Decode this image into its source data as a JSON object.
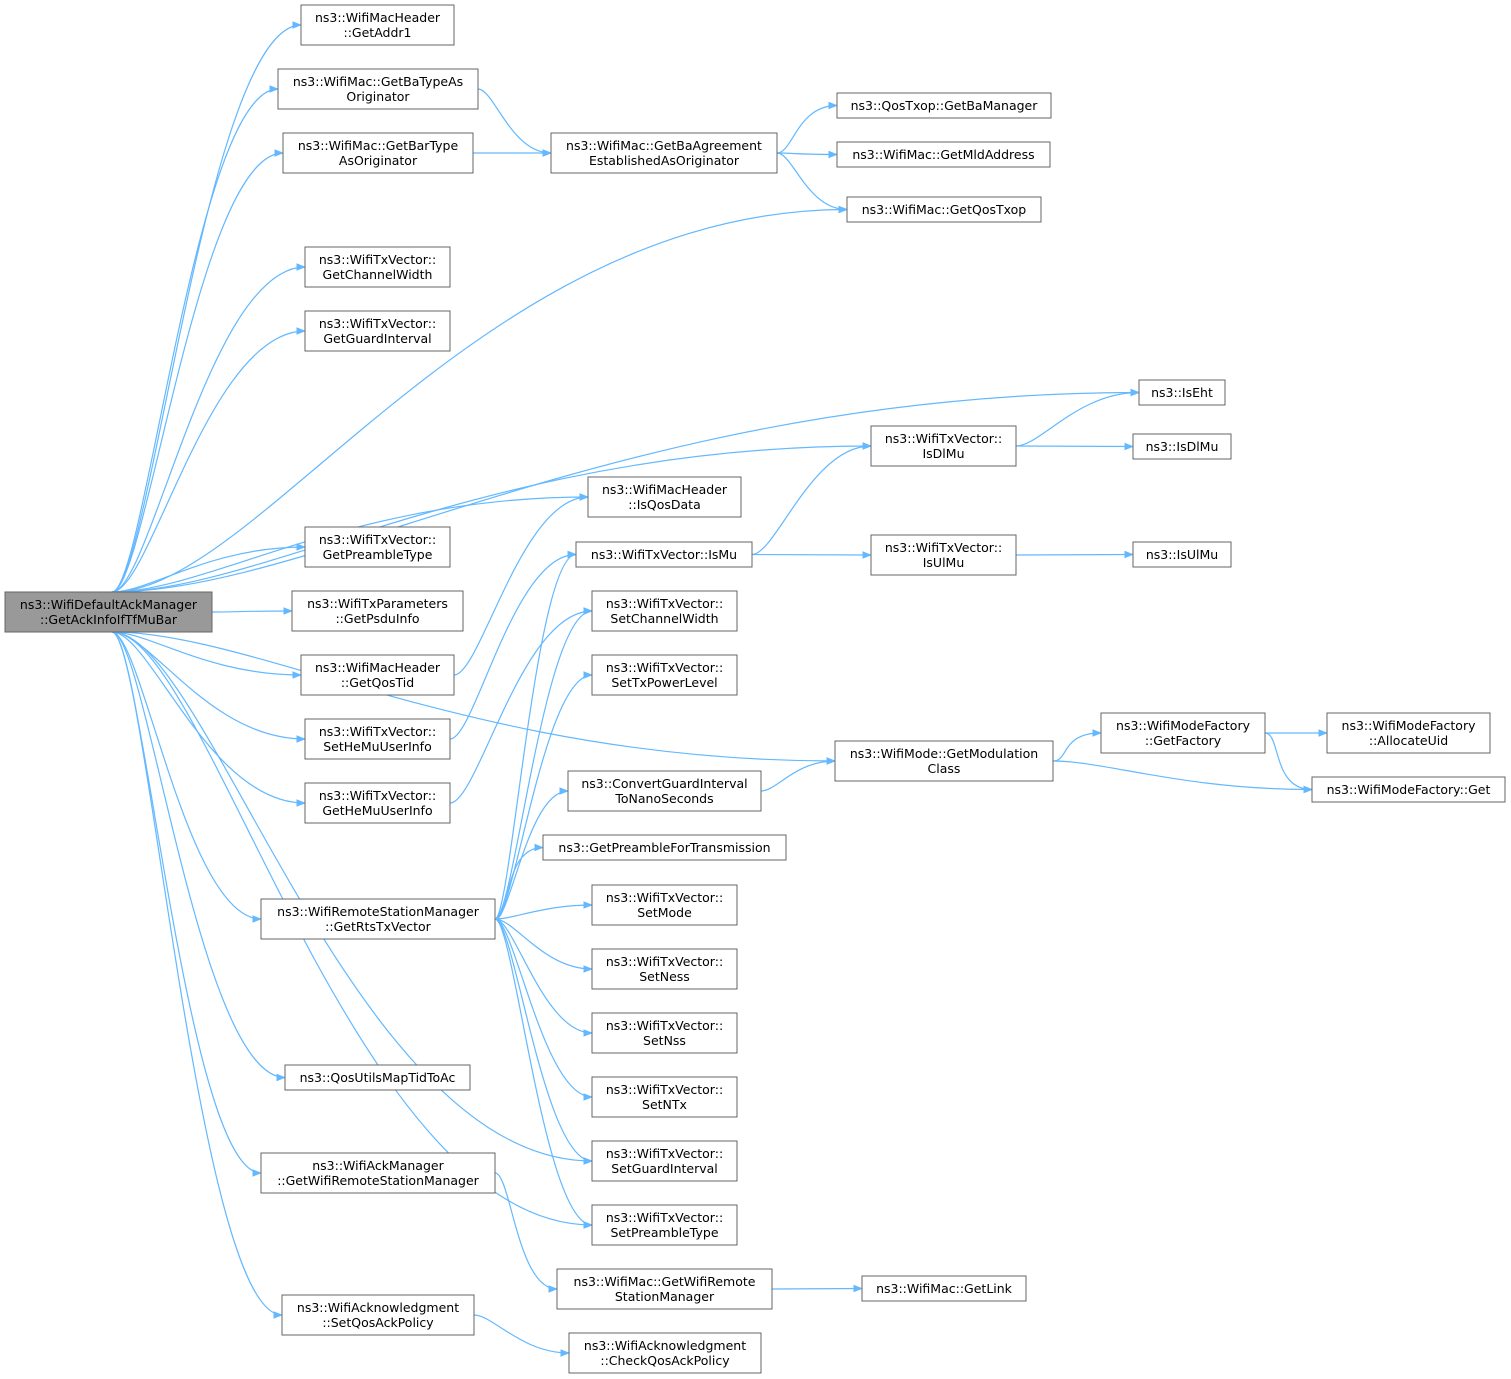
{
  "diagram": {
    "colors": {
      "edge": "#63b8ff",
      "node_border": "#666666",
      "focus_fill": "#999999",
      "background": "#ffffff"
    },
    "nodes": [
      {
        "id": "root",
        "lines": [
          "ns3::WifiDefaultAckManager",
          "::GetAckInfoIfTfMuBar"
        ],
        "focus": true
      },
      {
        "id": "getaddr1",
        "lines": [
          "ns3::WifiMacHeader",
          "::GetAddr1"
        ]
      },
      {
        "id": "getbatypeasorig",
        "lines": [
          "ns3::WifiMac::GetBaTypeAs",
          "Originator"
        ]
      },
      {
        "id": "getbartypeasorig",
        "lines": [
          "ns3::WifiMac::GetBarType",
          "AsOriginator"
        ]
      },
      {
        "id": "getchannelwidth",
        "lines": [
          "ns3::WifiTxVector::",
          "GetChannelWidth"
        ]
      },
      {
        "id": "getguardinterval",
        "lines": [
          "ns3::WifiTxVector::",
          "GetGuardInterval"
        ]
      },
      {
        "id": "getpreambletype",
        "lines": [
          "ns3::WifiTxVector::",
          "GetPreambleType"
        ]
      },
      {
        "id": "getpsduinfo",
        "lines": [
          "ns3::WifiTxParameters",
          "::GetPsduInfo"
        ]
      },
      {
        "id": "getqostid",
        "lines": [
          "ns3::WifiMacHeader",
          "::GetQosTid"
        ]
      },
      {
        "id": "sethemuuserinfo",
        "lines": [
          "ns3::WifiTxVector::",
          "SetHeMuUserInfo"
        ]
      },
      {
        "id": "gethemuuserinfo",
        "lines": [
          "ns3::WifiTxVector::",
          "GetHeMuUserInfo"
        ]
      },
      {
        "id": "getrtstxvector",
        "lines": [
          "ns3::WifiRemoteStationManager",
          "::GetRtsTxVector"
        ]
      },
      {
        "id": "qosutilsmaptidtoac",
        "lines": [
          "ns3::QosUtilsMapTidToAc"
        ]
      },
      {
        "id": "getwifiremotestationmanager",
        "lines": [
          "ns3::WifiAckManager",
          "::GetWifiRemoteStationManager"
        ]
      },
      {
        "id": "setqosackpolicy",
        "lines": [
          "ns3::WifiAcknowledgment",
          "::SetQosAckPolicy"
        ]
      },
      {
        "id": "getbaagreement",
        "lines": [
          "ns3::WifiMac::GetBaAgreement",
          "EstablishedAsOriginator"
        ]
      },
      {
        "id": "isqosdata",
        "lines": [
          "ns3::WifiMacHeader",
          "::IsQosData"
        ]
      },
      {
        "id": "ismu",
        "lines": [
          "ns3::WifiTxVector::IsMu"
        ]
      },
      {
        "id": "setchannelwidth",
        "lines": [
          "ns3::WifiTxVector::",
          "SetChannelWidth"
        ]
      },
      {
        "id": "settxpowerlevel",
        "lines": [
          "ns3::WifiTxVector::",
          "SetTxPowerLevel"
        ]
      },
      {
        "id": "convertguardinterval",
        "lines": [
          "ns3::ConvertGuardInterval",
          "ToNanoSeconds"
        ]
      },
      {
        "id": "getpreamblefortx",
        "lines": [
          "ns3::GetPreambleForTransmission"
        ]
      },
      {
        "id": "setmode",
        "lines": [
          "ns3::WifiTxVector::",
          "SetMode"
        ]
      },
      {
        "id": "setness",
        "lines": [
          "ns3::WifiTxVector::",
          "SetNess"
        ]
      },
      {
        "id": "setnss",
        "lines": [
          "ns3::WifiTxVector::",
          "SetNss"
        ]
      },
      {
        "id": "setntx",
        "lines": [
          "ns3::WifiTxVector::",
          "SetNTx"
        ]
      },
      {
        "id": "setguardinterval",
        "lines": [
          "ns3::WifiTxVector::",
          "SetGuardInterval"
        ]
      },
      {
        "id": "setpreambletype",
        "lines": [
          "ns3::WifiTxVector::",
          "SetPreambleType"
        ]
      },
      {
        "id": "getwifiremotestationmanager_mac",
        "lines": [
          "ns3::WifiMac::GetWifiRemote",
          "StationManager"
        ]
      },
      {
        "id": "checkqosackpolicy",
        "lines": [
          "ns3::WifiAcknowledgment",
          "::CheckQosAckPolicy"
        ]
      },
      {
        "id": "getbamanager",
        "lines": [
          "ns3::QosTxop::GetBaManager"
        ]
      },
      {
        "id": "getmldaddress",
        "lines": [
          "ns3::WifiMac::GetMldAddress"
        ]
      },
      {
        "id": "getqostxop",
        "lines": [
          "ns3::WifiMac::GetQosTxop"
        ]
      },
      {
        "id": "isdlmu_vec",
        "lines": [
          "ns3::WifiTxVector::",
          "IsDlMu"
        ]
      },
      {
        "id": "isulmu_vec",
        "lines": [
          "ns3::WifiTxVector::",
          "IsUlMu"
        ]
      },
      {
        "id": "getmodulationclass",
        "lines": [
          "ns3::WifiMode::GetModulation",
          "Class"
        ]
      },
      {
        "id": "getlink",
        "lines": [
          "ns3::WifiMac::GetLink"
        ]
      },
      {
        "id": "iseht",
        "lines": [
          "ns3::IsEht"
        ]
      },
      {
        "id": "isdlmu",
        "lines": [
          "ns3::IsDlMu"
        ]
      },
      {
        "id": "isulmu",
        "lines": [
          "ns3::IsUlMu"
        ]
      },
      {
        "id": "getfactory",
        "lines": [
          "ns3::WifiModeFactory",
          "::GetFactory"
        ]
      },
      {
        "id": "allocateuid",
        "lines": [
          "ns3::WifiModeFactory",
          "::AllocateUid"
        ]
      },
      {
        "id": "factoryget",
        "lines": [
          "ns3::WifiModeFactory::Get"
        ]
      }
    ],
    "edges": [
      [
        "root",
        "getaddr1"
      ],
      [
        "root",
        "getbatypeasorig"
      ],
      [
        "root",
        "getbartypeasorig"
      ],
      [
        "root",
        "getqostxop"
      ],
      [
        "root",
        "getchannelwidth"
      ],
      [
        "root",
        "getguardinterval"
      ],
      [
        "root",
        "iseht"
      ],
      [
        "root",
        "isdlmu_vec"
      ],
      [
        "root",
        "isqosdata"
      ],
      [
        "root",
        "getpreambletype"
      ],
      [
        "root",
        "getpsduinfo"
      ],
      [
        "root",
        "getqostid"
      ],
      [
        "root",
        "sethemuuserinfo"
      ],
      [
        "root",
        "gethemuuserinfo"
      ],
      [
        "root",
        "getmodulationclass"
      ],
      [
        "root",
        "getrtstxvector"
      ],
      [
        "root",
        "setguardinterval"
      ],
      [
        "root",
        "setpreambletype"
      ],
      [
        "root",
        "qosutilsmaptidtoac"
      ],
      [
        "root",
        "getwifiremotestationmanager"
      ],
      [
        "root",
        "setqosackpolicy"
      ],
      [
        "getbatypeasorig",
        "getbaagreement"
      ],
      [
        "getbartypeasorig",
        "getbaagreement"
      ],
      [
        "getbaagreement",
        "getbamanager"
      ],
      [
        "getbaagreement",
        "getmldaddress"
      ],
      [
        "getbaagreement",
        "getqostxop"
      ],
      [
        "isdlmu_vec",
        "iseht"
      ],
      [
        "isdlmu_vec",
        "isdlmu"
      ],
      [
        "getqostid",
        "isqosdata"
      ],
      [
        "sethemuuserinfo",
        "ismu"
      ],
      [
        "gethemuuserinfo",
        "setchannelwidth"
      ],
      [
        "ismu",
        "isdlmu_vec"
      ],
      [
        "ismu",
        "isulmu_vec"
      ],
      [
        "isulmu_vec",
        "isulmu"
      ],
      [
        "getrtstxvector",
        "ismu"
      ],
      [
        "getrtstxvector",
        "setchannelwidth"
      ],
      [
        "getrtstxvector",
        "settxpowerlevel"
      ],
      [
        "getrtstxvector",
        "convertguardinterval"
      ],
      [
        "getrtstxvector",
        "getpreamblefortx"
      ],
      [
        "getrtstxvector",
        "setmode"
      ],
      [
        "getrtstxvector",
        "setness"
      ],
      [
        "getrtstxvector",
        "setnss"
      ],
      [
        "getrtstxvector",
        "setntx"
      ],
      [
        "getrtstxvector",
        "setguardinterval"
      ],
      [
        "getrtstxvector",
        "setpreambletype"
      ],
      [
        "convertguardinterval",
        "getmodulationclass"
      ],
      [
        "getmodulationclass",
        "getfactory"
      ],
      [
        "getmodulationclass",
        "factoryget"
      ],
      [
        "getfactory",
        "allocateuid"
      ],
      [
        "getfactory",
        "factoryget"
      ],
      [
        "getwifiremotestationmanager",
        "getwifiremotestationmanager_mac"
      ],
      [
        "getwifiremotestationmanager_mac",
        "getlink"
      ],
      [
        "setqosackpolicy",
        "checkqosackpolicy"
      ]
    ]
  }
}
